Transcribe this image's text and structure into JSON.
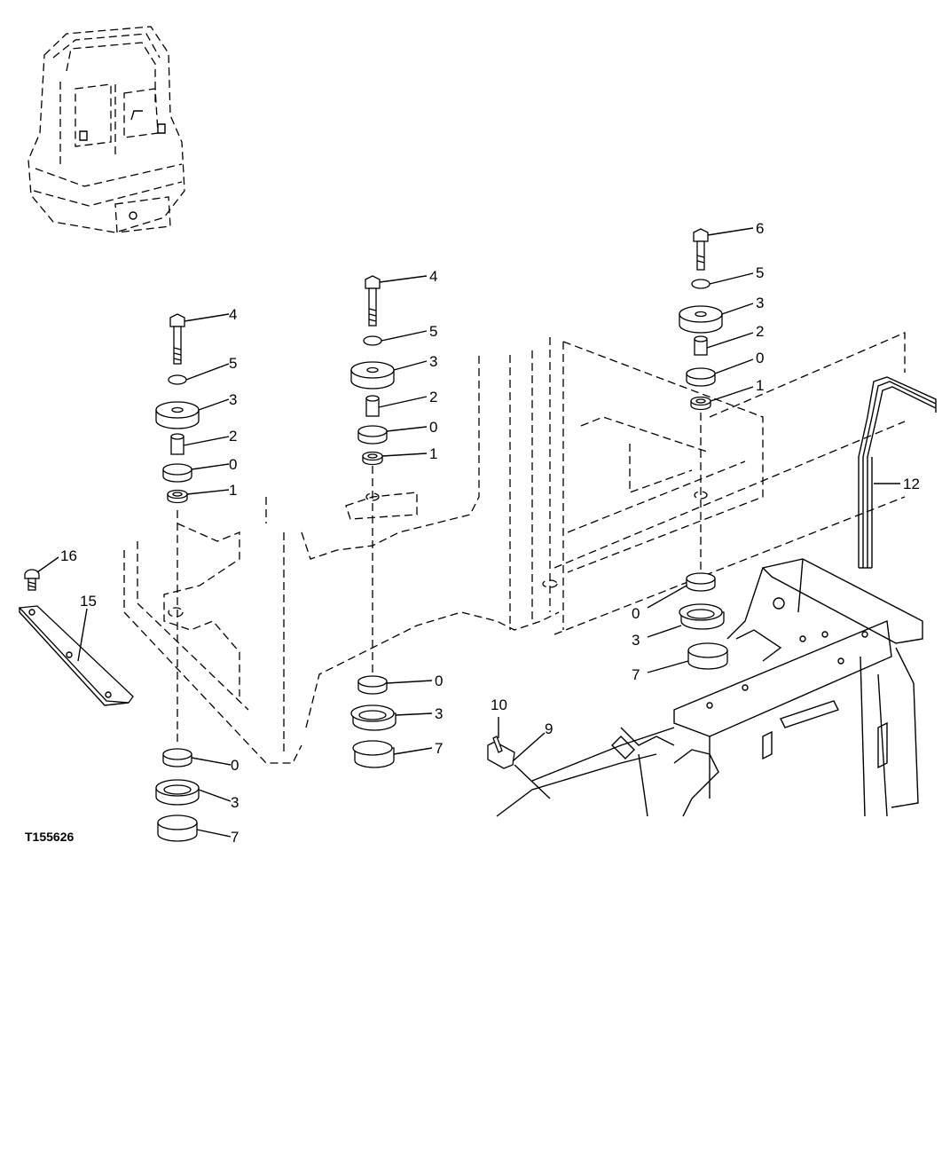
{
  "figure_id": "T155626",
  "callouts": {
    "left": {
      "bolt": "4",
      "washer": "5",
      "top_mount": "3",
      "sleeve": "2",
      "top_washer": "0",
      "stopper": "1",
      "bottom_washer": "0",
      "bottom_mount": "3",
      "nut": "7"
    },
    "middle": {
      "bolt": "4",
      "washer": "5",
      "top_mount": "3",
      "sleeve": "2",
      "top_washer": "0",
      "stopper": "1",
      "bottom_washer": "0",
      "bottom_mount": "3",
      "nut": "7"
    },
    "right": {
      "bolt": "6",
      "washer": "5",
      "top_mount": "3",
      "sleeve": "2",
      "top_washer": "0",
      "stopper": "1",
      "bottom_washer": "0",
      "bottom_mount": "3",
      "nut": "7"
    },
    "misc": {
      "clip": "10",
      "clamp": "9",
      "rod": "12",
      "screw": "16",
      "cover": "15"
    }
  }
}
